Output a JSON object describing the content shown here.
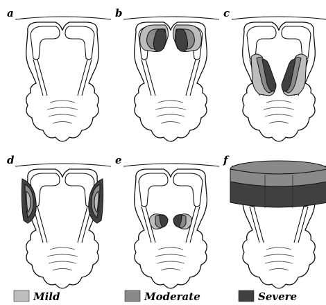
{
  "panels": [
    {
      "label": "a",
      "highlight": "none"
    },
    {
      "label": "b",
      "highlight": "frontal"
    },
    {
      "label": "c",
      "highlight": "parietal"
    },
    {
      "label": "d",
      "highlight": "lateral-temporal"
    },
    {
      "label": "e",
      "highlight": "occipital"
    },
    {
      "label": "f",
      "highlight": "band"
    }
  ],
  "legend": [
    {
      "label": "Mild",
      "color": "#bdbdbd"
    },
    {
      "label": "Moderate",
      "color": "#8a8a8a"
    },
    {
      "label": "Severe",
      "color": "#404040"
    }
  ]
}
